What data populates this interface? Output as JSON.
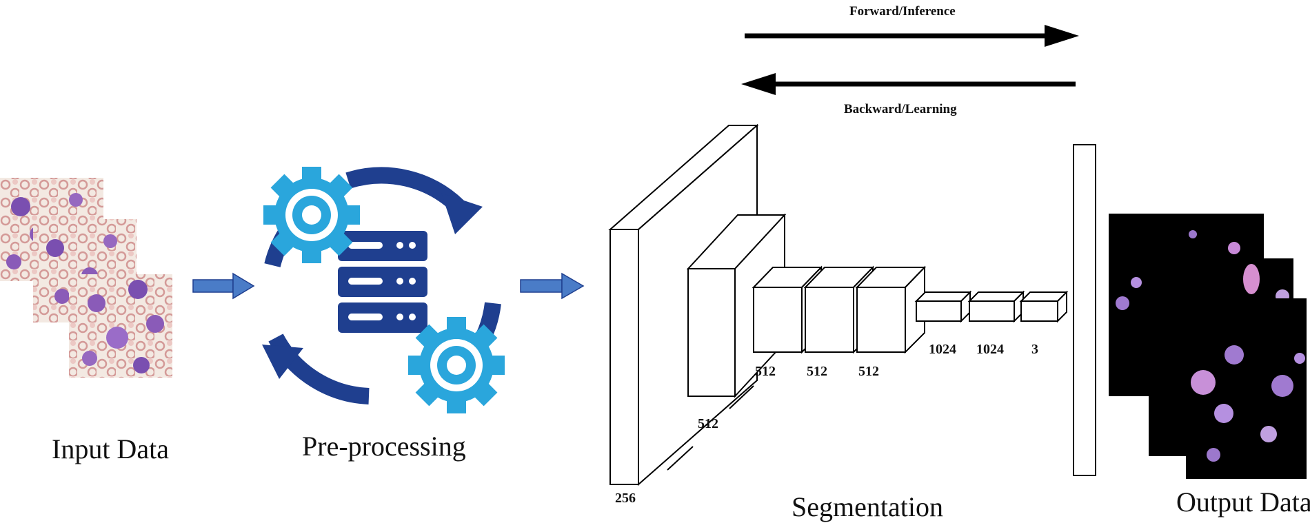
{
  "labels": {
    "input": "Input Data",
    "preprocessing": "Pre-processing",
    "segmentation": "Segmentation",
    "output": "Output Data",
    "forward": "Forward/Inference",
    "backward": "Backward/Learning"
  },
  "layer_dims": {
    "l1": "256",
    "l2": "512",
    "l3": "512",
    "l4": "512",
    "l5": "512",
    "l6": "1024",
    "l7": "1024",
    "l8": "3"
  },
  "colors": {
    "arrow_blue": "#4a7cc7",
    "icon_dark": "#1f3f8f",
    "icon_light": "#2aa6dc",
    "cell_purple": "#8a5bb8",
    "rbc": "#d9aaa6"
  }
}
